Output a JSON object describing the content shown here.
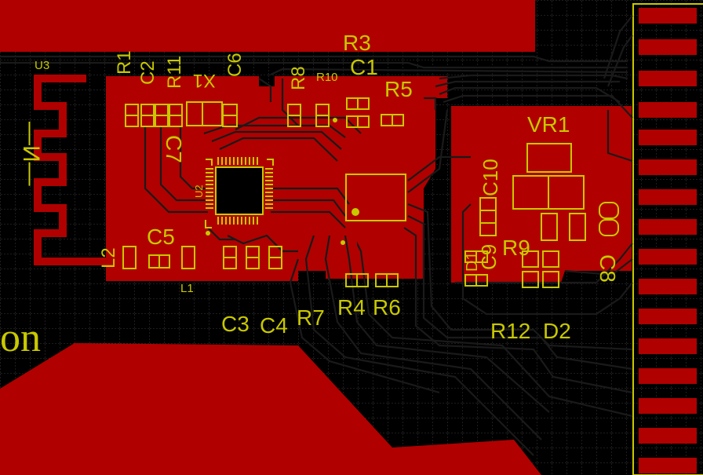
{
  "colors": {
    "background": "#000000",
    "copper": "#b00000",
    "silkscreen": "#c8c800",
    "grid": "#3a3a3a",
    "trace_outline": "#1a1a1a"
  },
  "labels": {
    "u3": "U3",
    "r1": "R1",
    "c2": "C2",
    "r11": "R11",
    "c6": "C6",
    "x1": "X1",
    "r8": "R8",
    "r10": "R10",
    "r3": "R3",
    "c1": "C1",
    "r5": "R5",
    "c7": "C7",
    "u2": "U2",
    "vr1": "VR1",
    "c10": "C10",
    "c9": "C9",
    "r9": "R9",
    "d1": "D1",
    "c8": "C8",
    "l2": "L2",
    "c5": "C5",
    "l1": "L1",
    "c3": "C3",
    "c4": "C4",
    "r7": "R7",
    "r4": "R4",
    "r6": "R6",
    "r12": "R12",
    "d2": "D2",
    "edge_text": "on",
    "left_glyph": "—И—"
  }
}
